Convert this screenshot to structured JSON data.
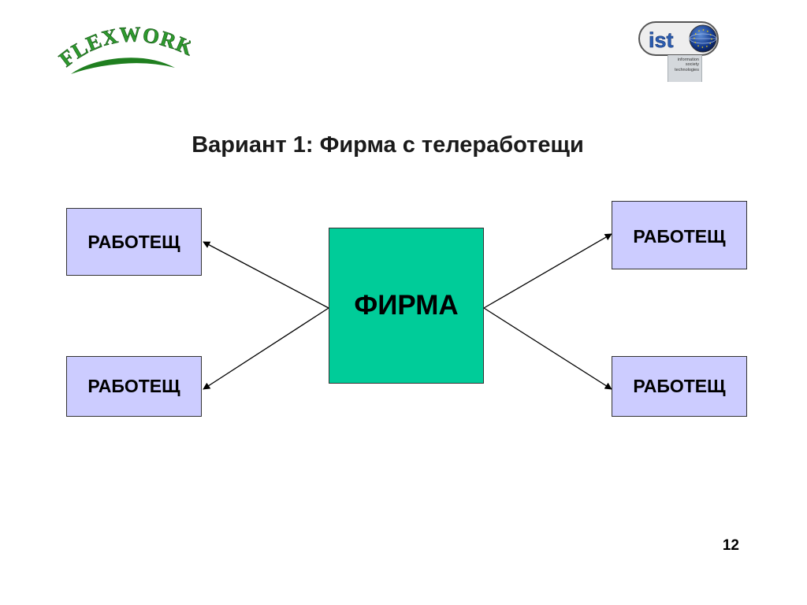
{
  "logos": {
    "flexwork_text": "FLEXWORK",
    "ist_text": "ist",
    "ist_tagline": [
      "information",
      "society",
      "technologies"
    ]
  },
  "title": "Вариант 1: Фирма с телеработещи",
  "diagram": {
    "center": "ФИРМА",
    "workers": [
      "РАБОТЕЩ",
      "РАБОТЕЩ",
      "РАБОТЕЩ",
      "РАБОТЕЩ"
    ]
  },
  "page_number": "12",
  "colors": {
    "firm_fill": "#00cc99",
    "worker_fill": "#ccccff",
    "logo_green": "#2e9a2e"
  }
}
